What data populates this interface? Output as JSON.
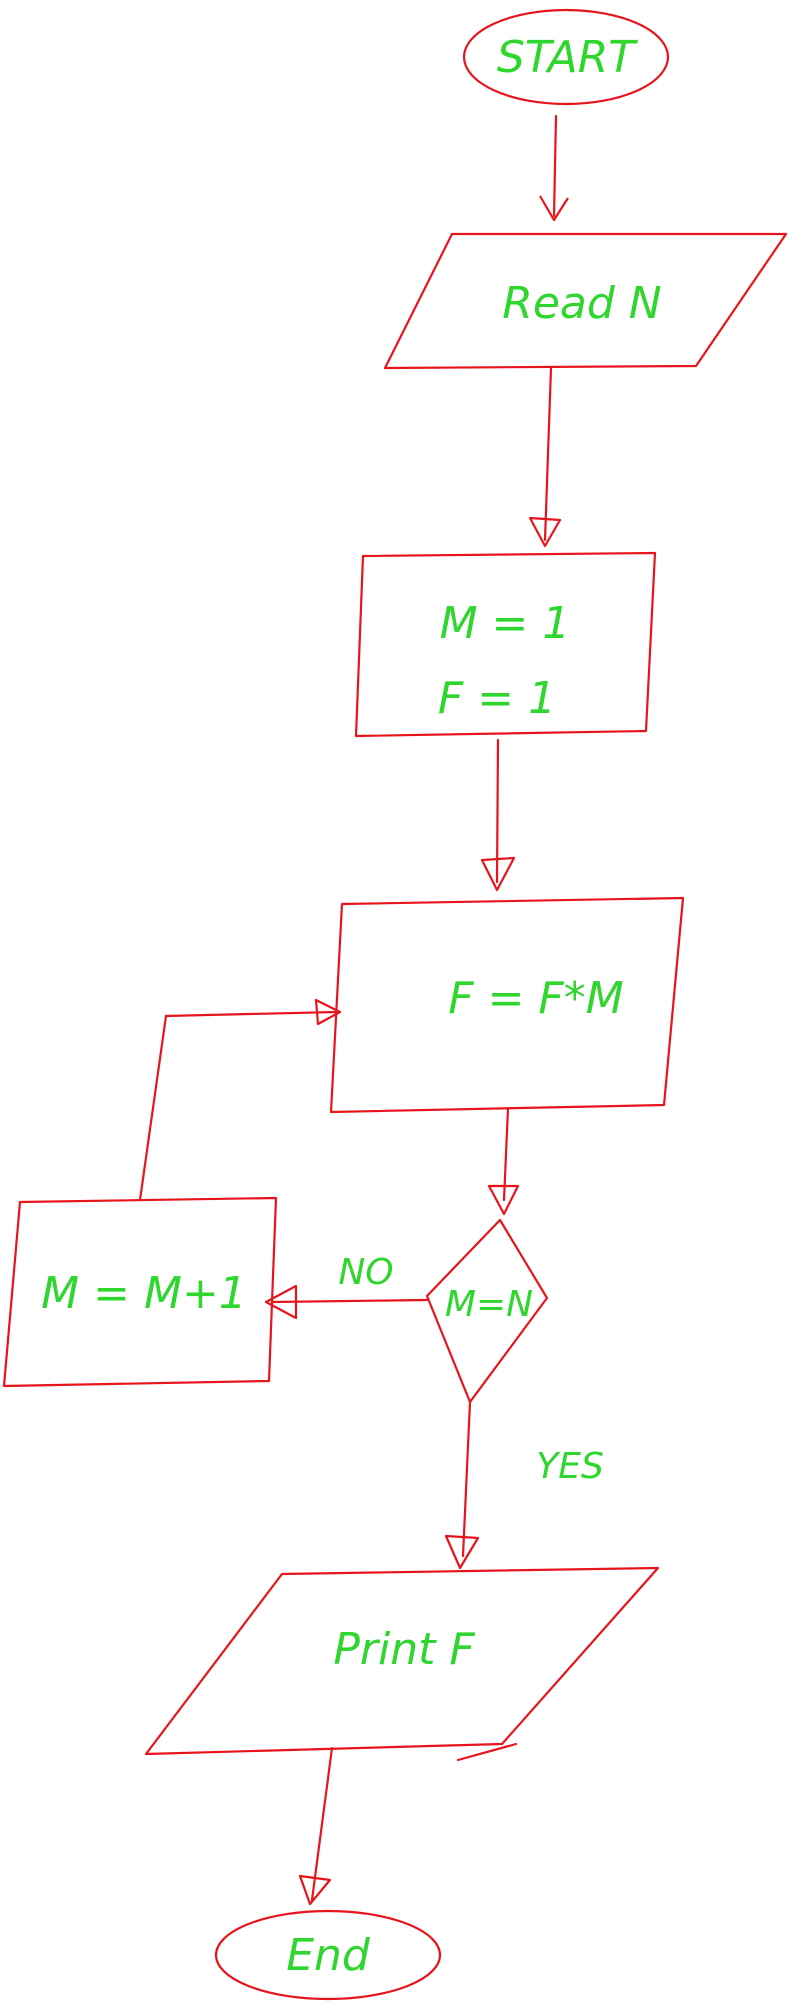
{
  "nodes": {
    "start": "START",
    "read": "Read N",
    "init_m": "M = 1",
    "init_f": "F = 1",
    "multiply": "F = F*M",
    "increment": "M = M+1",
    "decision": "M=N",
    "print": "Print F",
    "end": "End"
  },
  "edges": {
    "no": "NO",
    "yes": "YES"
  },
  "colors": {
    "shape_stroke": "#e8141c",
    "text": "#2ed62e",
    "background": "#ffffff"
  }
}
